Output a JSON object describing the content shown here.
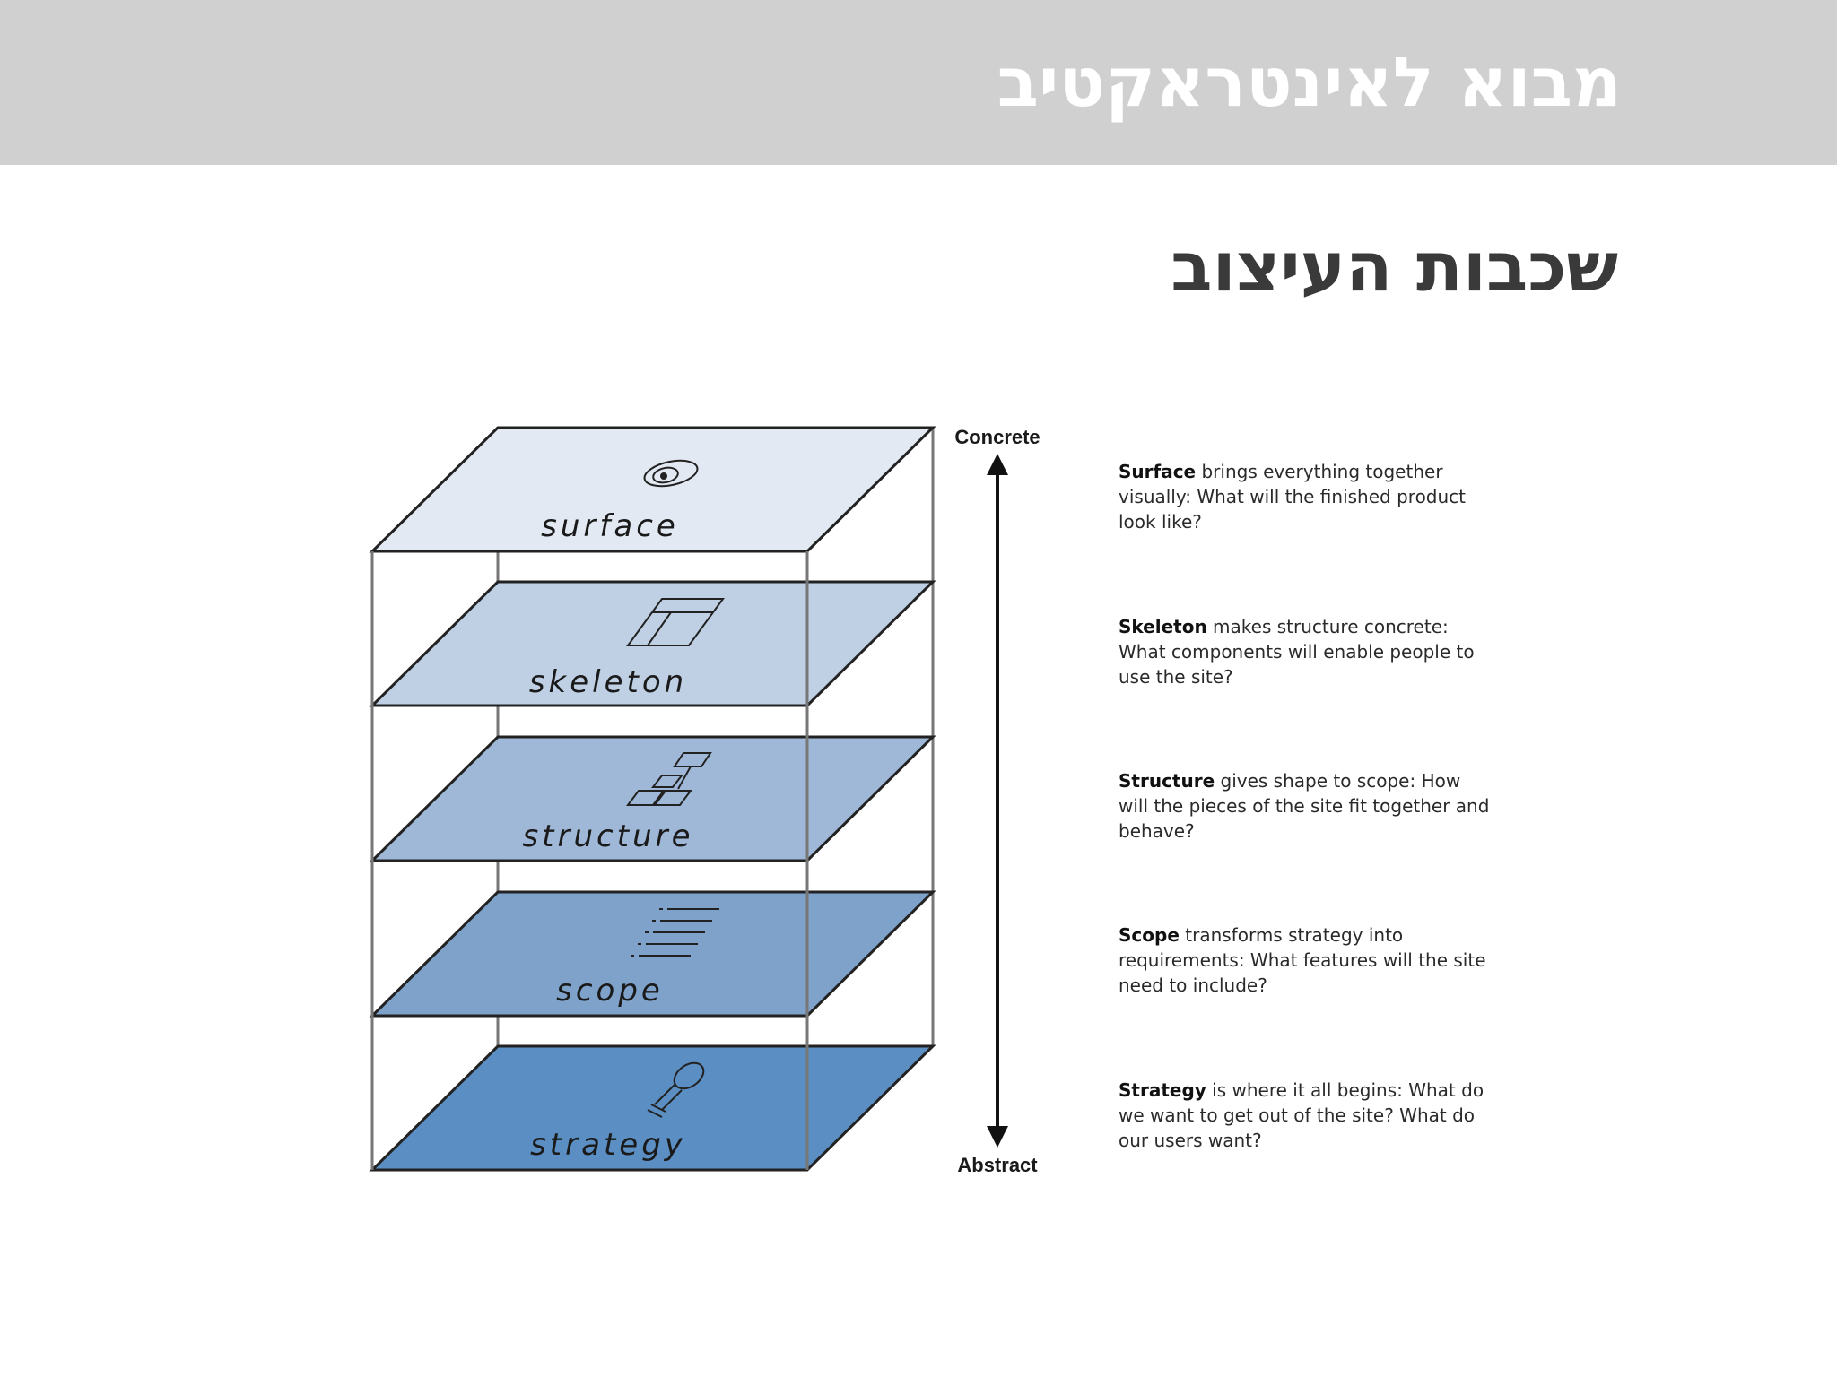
{
  "header": {
    "title": "מבוא לאינטראקטיב"
  },
  "slide": {
    "title": "שכבות העיצוב"
  },
  "axis": {
    "top_label": "Concrete",
    "bottom_label": "Abstract"
  },
  "planes": [
    {
      "label": "surface",
      "color": "#e3e9f2",
      "icon": "eye-icon"
    },
    {
      "label": "skeleton",
      "color": "#bfd0e5",
      "icon": "wireframe-icon"
    },
    {
      "label": "structure",
      "color": "#9fb8d7",
      "icon": "hierarchy-icon"
    },
    {
      "label": "scope",
      "color": "#7fa2cb",
      "icon": "list-icon"
    },
    {
      "label": "strategy",
      "color": "#5b8ec2",
      "icon": "lightbulb-icon"
    }
  ],
  "descriptions": [
    {
      "term": "Surface",
      "text": " brings everything together visually: What will the finished product look like?"
    },
    {
      "term": "Skeleton",
      "text": " makes structure concrete: What components will enable people to use the site?"
    },
    {
      "term": "Structure",
      "text": " gives shape to scope: How will the pieces of the site fit together and behave?"
    },
    {
      "term": "Scope",
      "text": " transforms strategy into requirements: What features will the site need to include?"
    },
    {
      "term": "Strategy",
      "text": " is where it all begins: What do we want to get out of the site? What do our users want?"
    }
  ]
}
